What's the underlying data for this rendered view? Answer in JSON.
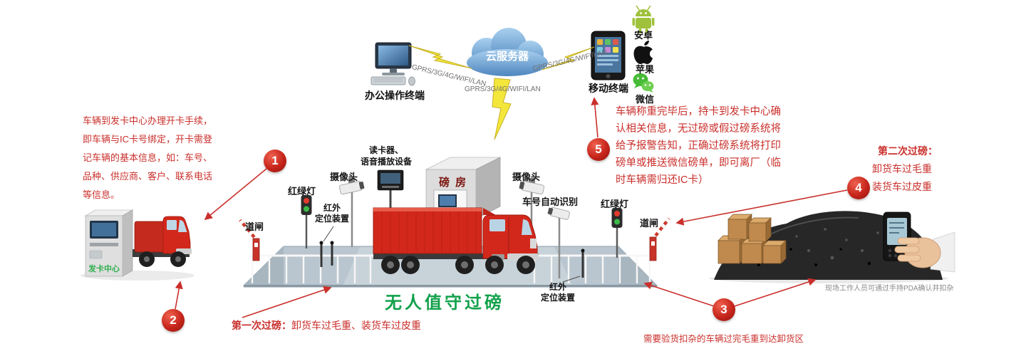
{
  "cloud": {
    "label": "云服务器"
  },
  "network": {
    "label": "GPRS/3G/4G/WIFI/LAN"
  },
  "terminals": {
    "office_label": "办公操作终端",
    "mobile_label": "移动终端",
    "android_label": "安卓",
    "apple_label": "苹果",
    "wechat_label": "微信"
  },
  "steps": {
    "s1": {
      "num": "1",
      "text": "车辆到发卡中心办理开卡手续，即车辆与IC卡号绑定，开卡需登记车辆的基本信息，如：车号、品种、供应商、客户、联系电话等信息。"
    },
    "s2": {
      "num": "2",
      "bold": "第一次过磅：",
      "text": "卸货车过毛重、装货车过皮重"
    },
    "s3": {
      "num": "3",
      "text": "需要验货扣杂的车辆过完毛重到达卸货区"
    },
    "s4": {
      "num": "4",
      "bold": "第二次过磅：",
      "line1": "卸货车过毛重",
      "line2": "装货车过皮重"
    },
    "s5": {
      "num": "5",
      "text": "车辆称重完毕后，持卡到发卡中心确认相关信息，无过磅或假过磅系统将给予报警告知，正确过磅系统将打印磅单或推送微信磅单，即可离厂（临时车辆需归还IC卡）"
    }
  },
  "weighbridge": {
    "title": "无人值守过磅",
    "weigh_house": "磅 房",
    "barrier_left": "道闸",
    "barrier_right": "道闸",
    "traffic_light_left": "红绿灯",
    "traffic_light_right": "红绿灯",
    "camera_left": "摄像头",
    "camera_right": "摄像头",
    "plate_recognition": "车号自动识别",
    "reader_line1": "读卡器、",
    "reader_line2": "语音播放设备",
    "infrared_left_line1": "红外",
    "infrared_left_line2": "定位装置",
    "infrared_right_line1": "红外",
    "infrared_right_line2": "定位装置"
  },
  "card_center": {
    "label": "发卡中心"
  },
  "pda_area": {
    "caption": "现场工作人员可通过手持PDA确认并扣杂"
  }
}
